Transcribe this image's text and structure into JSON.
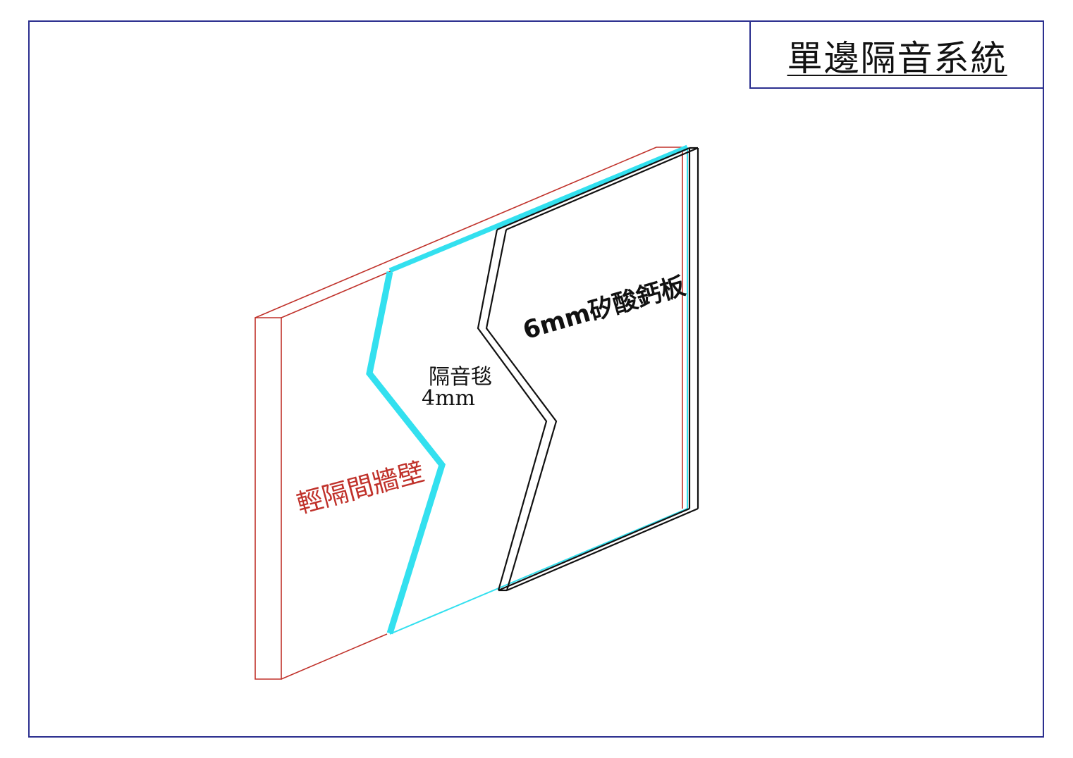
{
  "title": "單邊隔音系統",
  "labels": {
    "board": "6mm矽酸鈣板",
    "blanket": "隔音毯",
    "blanket_thickness": "4mm",
    "wall": "輕隔間牆壁"
  },
  "colors": {
    "frame": "#2b2f8f",
    "wall": "#c0312a",
    "blanket": "#33e0ef",
    "board": "#111111",
    "text": "#111111"
  }
}
